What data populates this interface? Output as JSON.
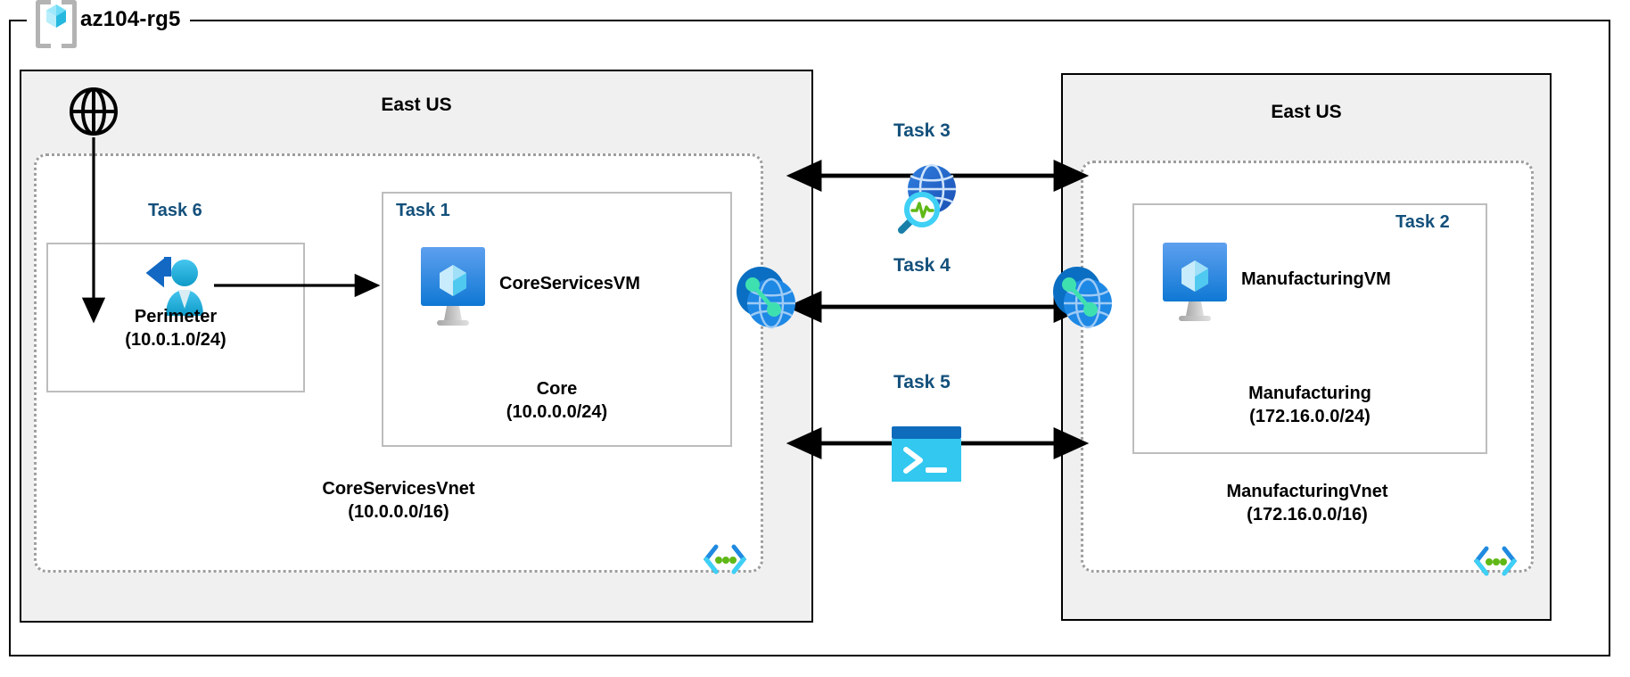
{
  "resource_group": {
    "name": "az104-rg5",
    "icon": "azure-resource-group-cube-icon"
  },
  "regions": [
    {
      "id": "left",
      "label": "East US"
    },
    {
      "id": "right",
      "label": "East US"
    }
  ],
  "vnets": [
    {
      "id": "coreservices",
      "name": "CoreServicesVnet",
      "cidr": "(10.0.0.0/16)",
      "region": "East US",
      "corner_icon": "vnet-code-brackets-icon",
      "internet_icon": "globe-internet-icon",
      "subnets": [
        {
          "id": "perimeter",
          "task": "Task 6",
          "name": "Perimeter",
          "cidr": "(10.0.1.0/24)",
          "icon": "user-with-arrow-icon"
        },
        {
          "id": "core",
          "task": "Task 1",
          "name": "Core",
          "cidr": "(10.0.0.0/24)",
          "vm_name": "CoreServicesVM",
          "icon": "azure-virtual-machine-icon"
        }
      ],
      "peering_icon": "vnet-peering-icon"
    },
    {
      "id": "manufacturing",
      "name": "ManufacturingVnet",
      "cidr": "(172.16.0.0/16)",
      "region": "East US",
      "corner_icon": "vnet-code-brackets-icon",
      "subnets": [
        {
          "id": "manufacturing-subnet",
          "task": "Task 2",
          "name": "Manufacturing",
          "cidr": "(172.16.0.0/24)",
          "vm_name": "ManufacturingVM",
          "icon": "azure-virtual-machine-icon"
        }
      ],
      "peering_icon": "vnet-peering-icon"
    }
  ],
  "connections": [
    {
      "id": "task3",
      "label": "Task 3",
      "icon": "network-watcher-globe-magnifier-icon",
      "direction": "bidirectional"
    },
    {
      "id": "task4",
      "label": "Task 4",
      "icon": "vnet-peering-icon",
      "direction": "bidirectional"
    },
    {
      "id": "task5",
      "label": "Task 5",
      "icon": "cloud-shell-terminal-icon",
      "direction": "bidirectional"
    }
  ],
  "colors": {
    "task_label": "#13507b",
    "region_fill": "#f0f0f0",
    "region_border": "#000000",
    "vnet_border": "#9e9e9e",
    "subnet_border": "#bdbdbd",
    "azure_blue": "#0078d4",
    "cyan": "#31c5f4",
    "green": "#5fb816"
  }
}
